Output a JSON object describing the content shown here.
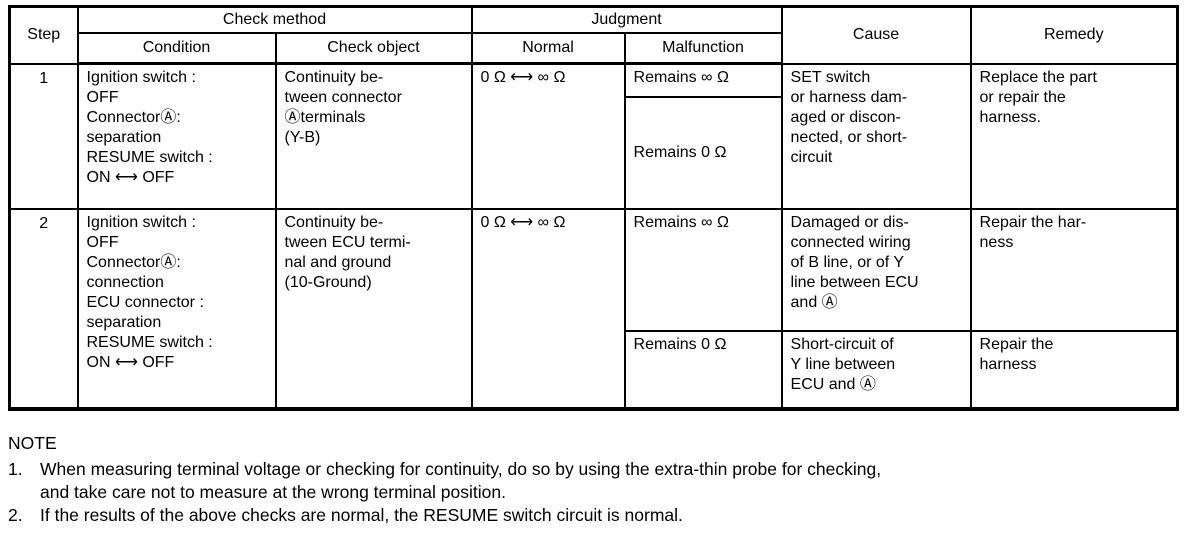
{
  "table": {
    "header": {
      "step": "Step",
      "check_method": "Check method",
      "condition": "Condition",
      "check_object": "Check object",
      "judgment": "Judgment",
      "normal": "Normal",
      "malfunction": "Malfunction",
      "cause": "Cause",
      "remedy": "Remedy"
    },
    "rows": [
      {
        "step": "1",
        "condition": "Ignition switch :\nOFF\nConnectorⒶ:\nseparation\nRESUME switch :\nON ⟷ OFF",
        "check_object": "Continuity be-\ntween connector\nⒶterminals\n(Y-B)",
        "normal": "0 Ω ⟷ ∞ Ω",
        "malfunctions": [
          "Remains ∞ Ω",
          "Remains 0 Ω"
        ],
        "cause": "SET switch\nor harness dam-\naged or discon-\nnected, or short-\ncircuit",
        "remedy": "Replace the part\nor repair the\nharness."
      },
      {
        "step": "2",
        "condition": "Ignition switch :\nOFF\nConnectorⒶ:\nconnection\nECU connector :\nseparation\nRESUME switch :\nON ⟷ OFF",
        "check_object": "Continuity be-\ntween ECU termi-\nnal and ground\n(10-Ground)",
        "normal": "0 Ω ⟷ ∞ Ω",
        "malfunctions": [
          "Remains ∞ Ω",
          "Remains 0 Ω"
        ],
        "causes": [
          "Damaged or dis-\nconnected wiring\nof B line, or of Y\nline between ECU\nand Ⓐ",
          "Short-circuit of\nY line between\nECU and Ⓐ"
        ],
        "remedies": [
          "Repair the har-\nness",
          "Repair the\nharness"
        ]
      }
    ]
  },
  "notes": {
    "heading": "NOTE",
    "items": [
      {
        "number": "1.",
        "text": "When measuring terminal voltage or checking for continuity, do so by using the extra-thin probe for checking,\nand take care not to measure at the wrong terminal position."
      },
      {
        "number": "2.",
        "text": "If the results of the above checks are normal, the RESUME switch circuit is normal."
      }
    ]
  }
}
